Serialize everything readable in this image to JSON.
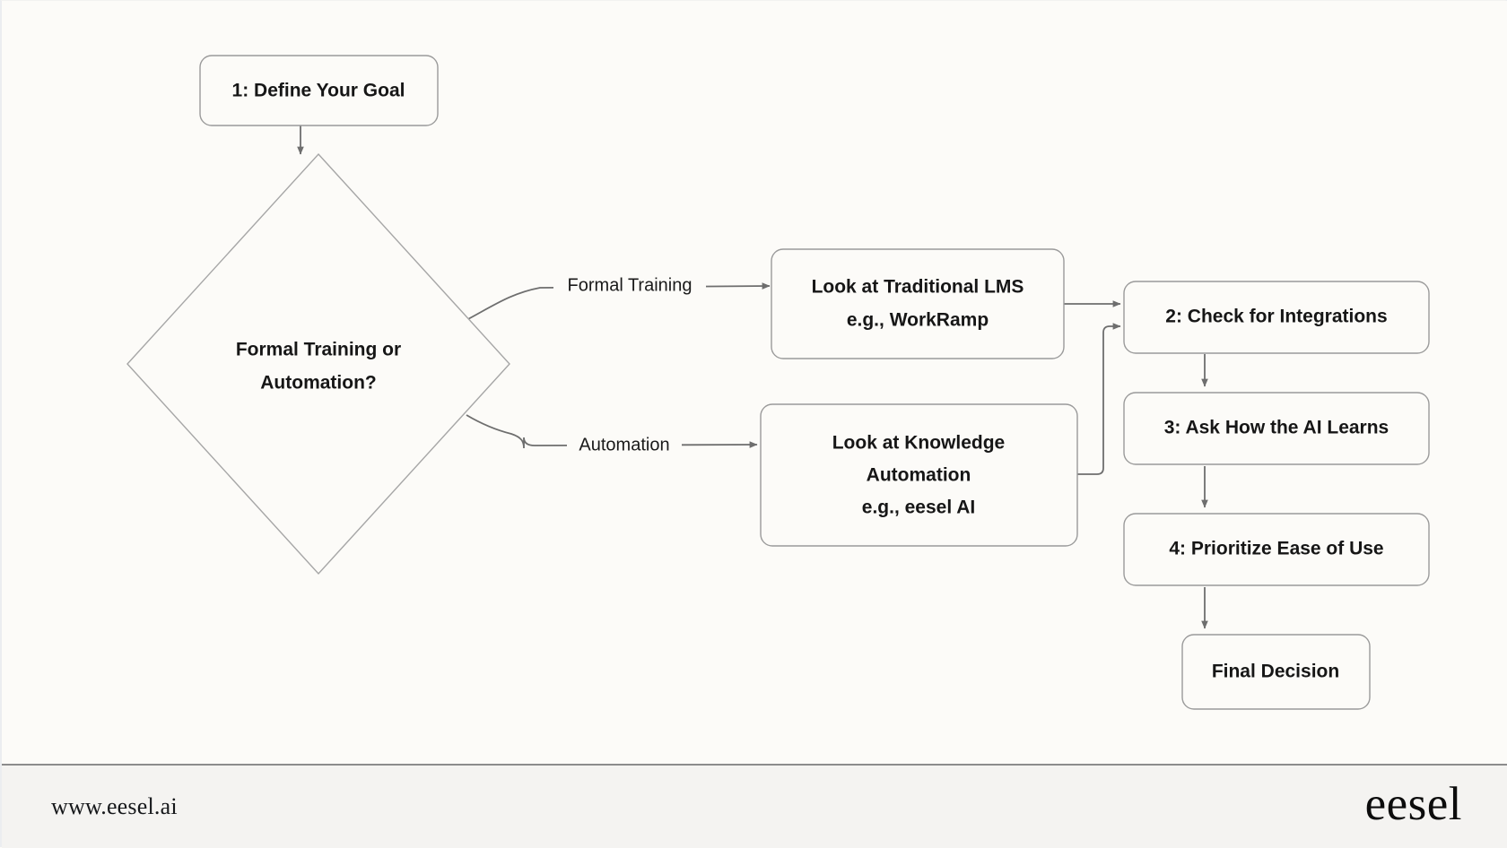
{
  "diagram": {
    "type": "flowchart",
    "title": "LMS vs Knowledge Automation decision flow",
    "background_color": "#FCFBF8",
    "nodes": [
      {
        "id": "start",
        "shape": "rounded-rect",
        "lines": [
          "1: Define Your Goal"
        ]
      },
      {
        "id": "decision",
        "shape": "diamond",
        "lines": [
          "Formal Training or",
          "Automation?"
        ]
      },
      {
        "id": "lms",
        "shape": "rounded-rect",
        "lines": [
          "Look at Traditional LMS",
          "e.g., WorkRamp"
        ]
      },
      {
        "id": "automation",
        "shape": "rounded-rect",
        "lines": [
          "Look at Knowledge",
          "Automation",
          "e.g., eesel AI"
        ]
      },
      {
        "id": "step2",
        "shape": "rounded-rect",
        "lines": [
          "2: Check for Integrations"
        ]
      },
      {
        "id": "step3",
        "shape": "rounded-rect",
        "lines": [
          "3: Ask How the AI Learns"
        ]
      },
      {
        "id": "step4",
        "shape": "rounded-rect",
        "lines": [
          "4: Prioritize Ease of Use"
        ]
      },
      {
        "id": "final",
        "shape": "rounded-rect",
        "lines": [
          "Final Decision"
        ]
      }
    ],
    "edges": [
      {
        "from": "start",
        "to": "decision",
        "label": ""
      },
      {
        "from": "decision",
        "to": "lms",
        "label": "Formal Training"
      },
      {
        "from": "decision",
        "to": "automation",
        "label": "Automation"
      },
      {
        "from": "lms",
        "to": "step2",
        "label": ""
      },
      {
        "from": "automation",
        "to": "step2",
        "label": ""
      },
      {
        "from": "step2",
        "to": "step3",
        "label": ""
      },
      {
        "from": "step3",
        "to": "step4",
        "label": ""
      },
      {
        "from": "step4",
        "to": "final",
        "label": ""
      }
    ]
  },
  "nodes": {
    "start": {
      "line1": "1: Define Your Goal"
    },
    "decision": {
      "line1": "Formal Training or",
      "line2": "Automation?"
    },
    "lms": {
      "line1": "Look at Traditional LMS",
      "line2": "e.g., WorkRamp"
    },
    "automation": {
      "line1": "Look at Knowledge",
      "line2": "Automation",
      "line3": "e.g., eesel AI"
    },
    "step2": {
      "line1": "2: Check for Integrations"
    },
    "step3": {
      "line1": "3: Ask How the AI Learns"
    },
    "step4": {
      "line1": "4: Prioritize Ease of Use"
    },
    "final": {
      "line1": "Final Decision"
    }
  },
  "edge_labels": {
    "formal_training": "Formal Training",
    "automation": "Automation"
  },
  "footer": {
    "url": "www.eesel.ai",
    "logo": "eesel"
  }
}
